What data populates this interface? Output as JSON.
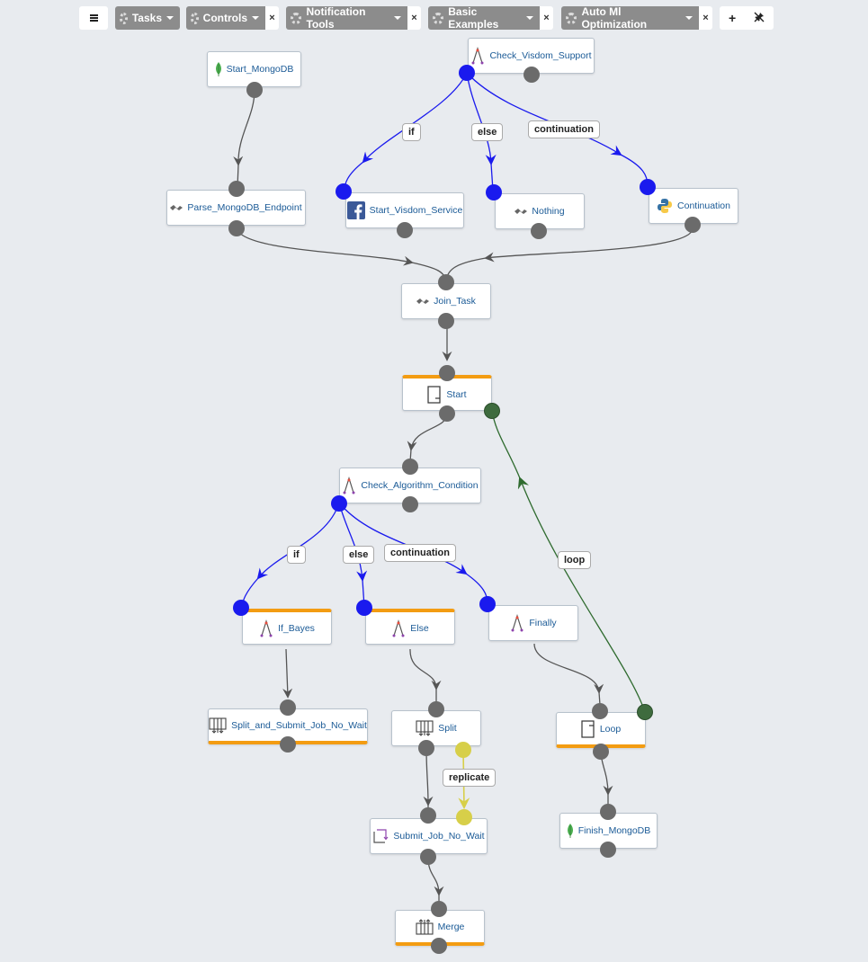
{
  "toolbar": {
    "menu_icon": "hamburger-icon",
    "menus": [
      {
        "label": "Tasks"
      },
      {
        "label": "Controls"
      },
      {
        "label": "Notification Tools"
      },
      {
        "label": "Basic Examples"
      },
      {
        "label": "Auto Ml Optimization"
      }
    ],
    "close_glyph": "×",
    "add_glyph": "+",
    "unpin_icon": "unpin-icon"
  },
  "nodes": {
    "start_mongodb": "Start_MongoDB",
    "check_visdom_support": "Check_Visdom_Support",
    "parse_mongodb_endpoint": "Parse_MongoDB_Endpoint",
    "start_visdom_service": "Start_Visdom_Service",
    "nothing": "Nothing",
    "continuation": "Continuation",
    "join_task": "Join_Task",
    "start": "Start",
    "check_algorithm_condition": "Check_Algorithm_Condition",
    "if_bayes": "If_Bayes",
    "else": "Else",
    "finally": "Finally",
    "split_and_submit": "Split_and_Submit_Job_No_Wait",
    "split": "Split",
    "loop": "Loop",
    "submit_job_no_wait": "Submit_Job_No_Wait",
    "finish_mongodb": "Finish_MongoDB",
    "merge": "Merge"
  },
  "edge_labels": {
    "if_1": "if",
    "else_1": "else",
    "continuation_1": "continuation",
    "if_2": "if",
    "else_2": "else",
    "continuation_2": "continuation",
    "loop": "loop",
    "replicate": "replicate"
  },
  "colors": {
    "flow": "#555555",
    "branch": "#1a1aee",
    "loop": "#2f6b2f",
    "replicate": "#d7cf49",
    "highlight": "#f39c12"
  }
}
